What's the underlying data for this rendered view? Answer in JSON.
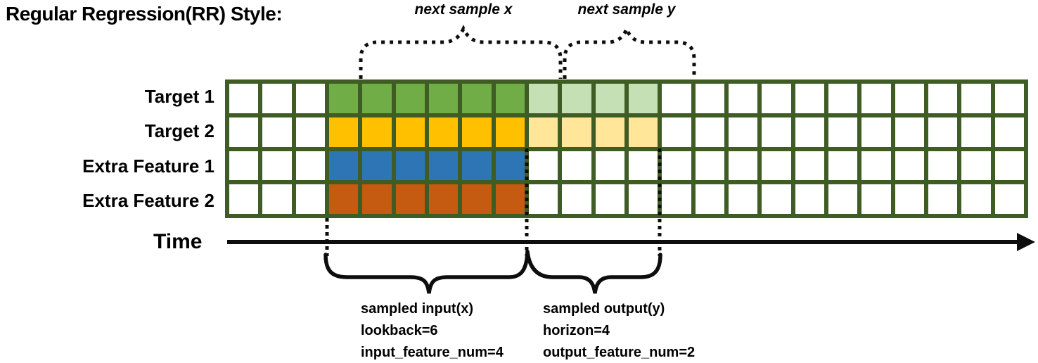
{
  "title": "Regular Regression(RR) Style:",
  "top_annotations": {
    "next_sample_x": "next sample x",
    "next_sample_y": "next sample y"
  },
  "time_axis": {
    "label": "Time"
  },
  "grid": {
    "total_columns": 24,
    "lead_blank_columns": 3,
    "lookback": 6,
    "horizon": 4,
    "border_color": "#3e5c24",
    "empty_cell_color": "#ffffff",
    "line_color": "#0d0d0d",
    "rows": [
      {
        "label": "Target 1",
        "input_color": "#70ad47",
        "output_color": "#c5e0b4"
      },
      {
        "label": "Target 2",
        "input_color": "#ffc000",
        "output_color": "#ffe699"
      },
      {
        "label": "Extra Feature 1",
        "input_color": "#2e75b6",
        "output_color": null
      },
      {
        "label": "Extra Feature 2",
        "input_color": "#c55a11",
        "output_color": null
      }
    ]
  },
  "bottom_annotations": {
    "input": {
      "line1": "sampled input(x)",
      "line2": "lookback=6",
      "line3": "input_feature_num=4"
    },
    "output": {
      "line1": "sampled output(y)",
      "line2": "horizon=4",
      "line3": "output_feature_num=2"
    }
  }
}
